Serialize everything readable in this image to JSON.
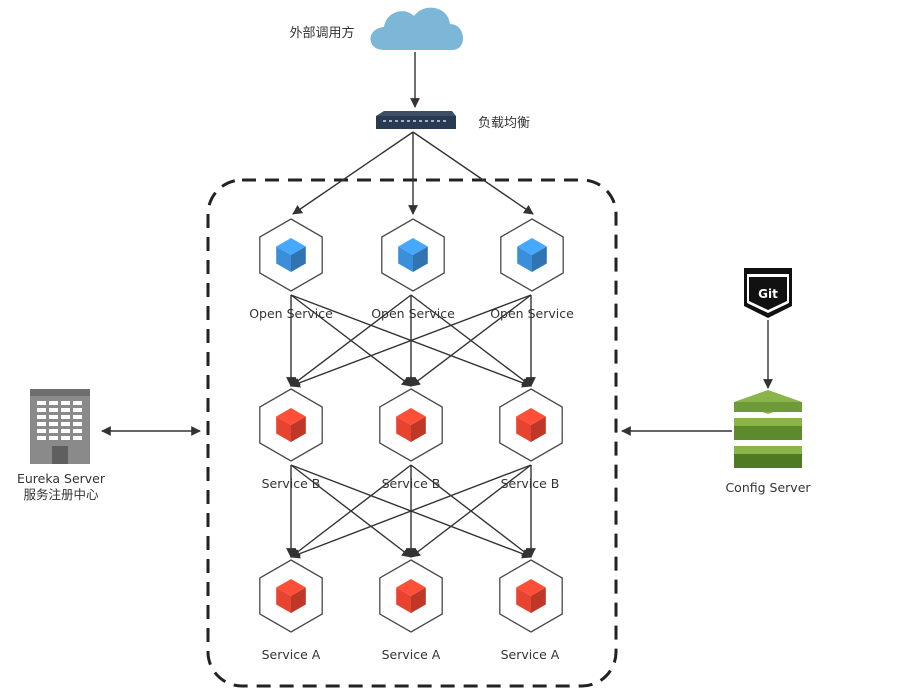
{
  "caller": {
    "label": "外部调用方",
    "icon": "cloud-icon"
  },
  "load_balancer": {
    "label": "负载均衡",
    "icon": "switch-icon"
  },
  "open_services": [
    {
      "label": "Open Service"
    },
    {
      "label": "Open Service"
    },
    {
      "label": "Open Service"
    }
  ],
  "services_b": [
    {
      "label": "Service B"
    },
    {
      "label": "Service B"
    },
    {
      "label": "Service B"
    }
  ],
  "services_a": [
    {
      "label": "Service A"
    },
    {
      "label": "Service A"
    },
    {
      "label": "Service A"
    }
  ],
  "eureka": {
    "label_line1": "Eureka Server",
    "label_line2": "服务注册中心",
    "icon": "server-icon"
  },
  "git": {
    "label": "Git",
    "icon": "git-icon"
  },
  "config": {
    "label": "Config Server",
    "icon": "config-stack-icon"
  },
  "colors": {
    "open_cube": "#3b8fd8",
    "service_cube": "#e8432f",
    "cloud": "#7db7d8",
    "config": "#6f9a3a",
    "frame": "#222222"
  }
}
